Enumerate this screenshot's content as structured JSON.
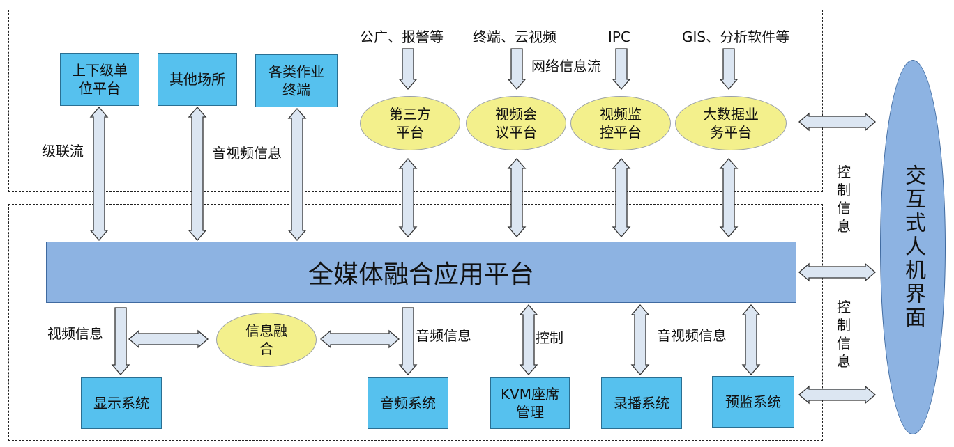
{
  "platform": {
    "title": "全媒体融合应用平台"
  },
  "hmi": {
    "title": "交互式人机界面"
  },
  "top_boxes": {
    "upper_lower": "上下级单\n位平台",
    "other_sites": "其他场所",
    "work_terminals": "各类作业\n终端"
  },
  "sources": {
    "public_alarm": "公广、报警等",
    "terminal_cloud": "终端、云视频",
    "ipc": "IPC",
    "gis_analysis": "GIS、分析软件等"
  },
  "top_ovals": {
    "third_party": "第三方\n平台",
    "video_conf": "视频会\n议平台",
    "video_monitor": "视频监\n控平台",
    "big_data": "大数据业\n务平台"
  },
  "info_fusion": "信息融\n合",
  "bottom_boxes": {
    "display": "显示系统",
    "audio": "音频系统",
    "kvm": "KVM座席\n管理",
    "recording": "录播系统",
    "preview": "预监系统"
  },
  "labels": {
    "cascade": "级联流",
    "av_info_top": "音视频信息",
    "network_flow": "网络信息流",
    "video_info": "视频信息",
    "audio_info": "音频信息",
    "control": "控制",
    "av_info_bottom": "音视频信息",
    "control_info_1": "控制信息",
    "control_info_2": "控制信息"
  },
  "colors": {
    "box_fill": "#56c1ee",
    "oval_fill": "#f3f08c",
    "platform_fill": "#8db3e2",
    "arrow_fill": "#dce6f2"
  }
}
